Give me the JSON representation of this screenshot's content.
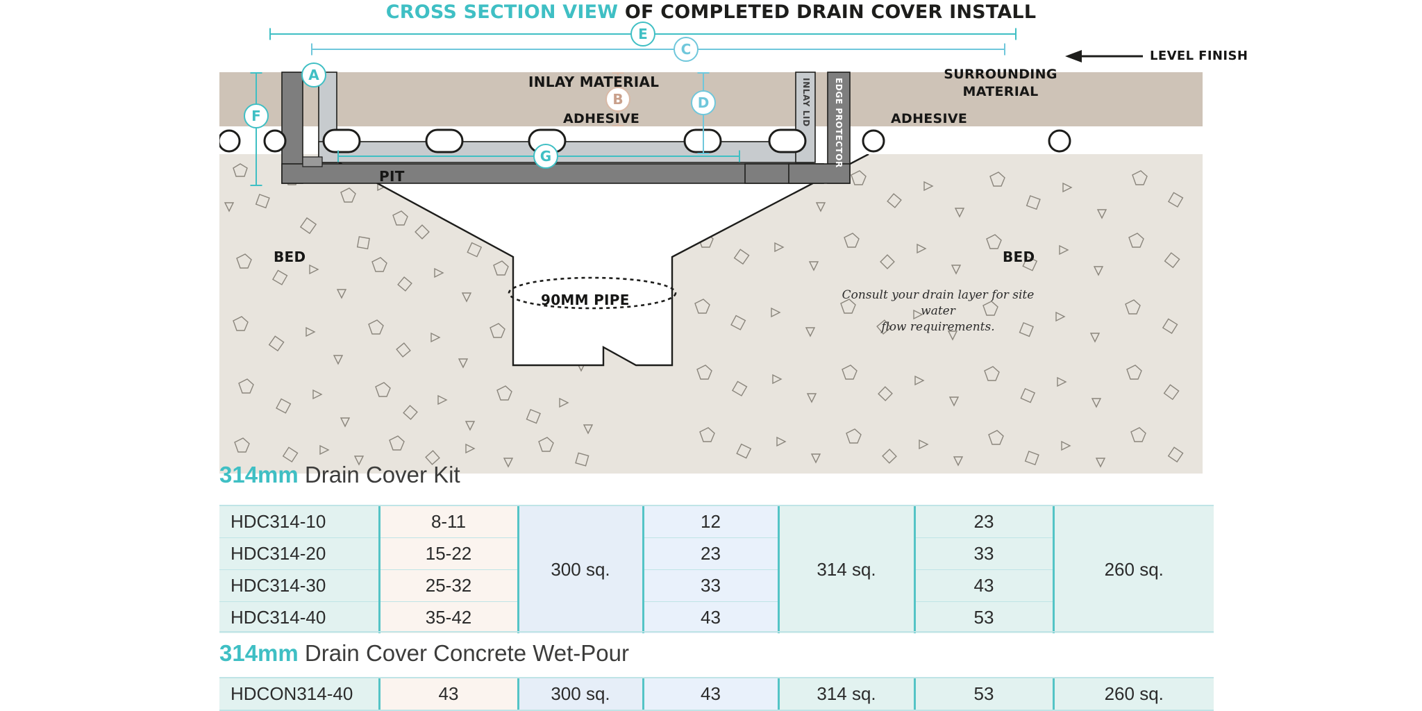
{
  "title": {
    "accent": "CROSS SECTION VIEW",
    "rest": " OF COMPLETED DRAIN COVER INSTALL"
  },
  "diagram": {
    "callouts": [
      {
        "id": "A",
        "color": "#3fbfc4"
      },
      {
        "id": "B",
        "color": "#c9a08b"
      },
      {
        "id": "C",
        "color": "#6fc7db"
      },
      {
        "id": "D",
        "color": "#6fc7db"
      },
      {
        "id": "E",
        "color": "#3fbfc4"
      },
      {
        "id": "F",
        "color": "#3fbfc4"
      },
      {
        "id": "G",
        "color": "#3fbfc4"
      }
    ],
    "labels": {
      "inlay_material": "INLAY MATERIAL",
      "adhesive_center": "ADHESIVE",
      "adhesive_right": "ADHESIVE",
      "surrounding_material_l1": "SURROUNDING",
      "surrounding_material_l2": "MATERIAL",
      "inlay_lid": "INLAY LID",
      "edge_protector": "EDGE PROTECTOR",
      "level_finish": "LEVEL FINISH",
      "pit": "PIT",
      "bed_left": "BED",
      "bed_right": "BED",
      "pipe": "90MM PIPE",
      "note_l1": "Consult your drain layer for site water",
      "note_l2": "flow requirements."
    },
    "colors": {
      "surrounding_material": "#cec3b7",
      "bed": "#e8e4dd",
      "teal": "#3fbfc4",
      "blue": "#6fc7db",
      "tan": "#d9b9a6",
      "metal_dark": "#7a7a7a",
      "metal_light": "#c7cbce"
    }
  },
  "tables": [
    {
      "title_accent": "314mm",
      "title_rest": " Drain Cover Kit",
      "rows": [
        {
          "model": "HDC314-10",
          "depth": "8-11",
          "a": "12",
          "b": "23"
        },
        {
          "model": "HDC314-20",
          "depth": "15-22",
          "a": "23",
          "b": "33"
        },
        {
          "model": "HDC314-30",
          "depth": "25-32",
          "a": "33",
          "b": "43"
        },
        {
          "model": "HDC314-40",
          "depth": "35-42",
          "a": "43",
          "b": "53"
        }
      ],
      "merged": {
        "pit_size": "300 sq.",
        "cover_size": "314 sq.",
        "inlay_size": "260 sq."
      }
    },
    {
      "title_accent": "314mm",
      "title_rest": " Drain Cover Concrete Wet-Pour",
      "rows": [
        {
          "model": "HDCON314-40",
          "depth": "43",
          "pit_size": "300 sq.",
          "a": "43",
          "cover_size": "314 sq.",
          "b": "53",
          "inlay_size": "260 sq."
        }
      ]
    }
  ]
}
